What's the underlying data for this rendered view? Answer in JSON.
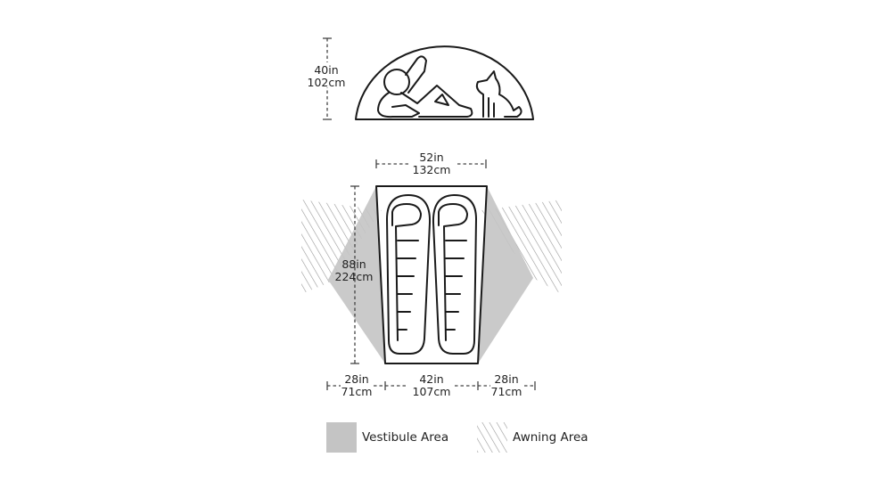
{
  "side_view": {
    "height_in": "40in",
    "height_cm": "102cm"
  },
  "floor_plan": {
    "head_width_in": "52in",
    "head_width_cm": "132cm",
    "length_in": "88in",
    "length_cm": "224cm",
    "left_vestibule_in": "28in",
    "left_vestibule_cm": "71cm",
    "foot_width_in": "42in",
    "foot_width_cm": "107cm",
    "right_vestibule_in": "28in",
    "right_vestibule_cm": "71cm"
  },
  "legend": {
    "vestibule_label": "Vestibule Area",
    "awning_label": "Awning Area"
  },
  "colors": {
    "vestibule": "#c4c4c4",
    "outline": "#1a1a1a",
    "hatch": "#9a9a9a"
  }
}
